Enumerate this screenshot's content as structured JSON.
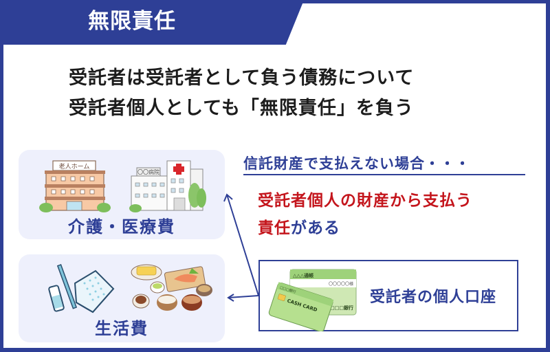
{
  "header": {
    "title": "無限責任"
  },
  "lead": {
    "line1": "受託者は受託者として負う債務について",
    "line2": "受託者個人としても「無限責任」を負う"
  },
  "cards": [
    {
      "id": "care-medical",
      "label": "介護・医療費",
      "illustrations": [
        "nursing-home-icon",
        "hospital-icon"
      ],
      "nursing_home_sign": "老人ホーム",
      "hospital_sign": "〇〇病院"
    },
    {
      "id": "living",
      "label": "生活費",
      "illustrations": [
        "toothbrush-towel-icon",
        "japanese-meal-icon"
      ]
    }
  ],
  "condition": {
    "text": "信託財産で支払えない場合・・・"
  },
  "responsibility": {
    "line1": "受託者個人の財産から支払う",
    "line2_red": "責任",
    "line2_blue": "がある"
  },
  "account": {
    "label": "受託者の個人口座",
    "passbook_title": "△△△通帳",
    "passbook_name": "〇〇〇〇〇様",
    "passbook_bank": "□□□銀行",
    "card_bank": "□□□銀行",
    "card_text": "CASH CARD"
  },
  "colors": {
    "navy": "#2E3F96",
    "red": "#C4151C",
    "card_bg": "#EEF0FC",
    "green": "#9ED27A"
  }
}
